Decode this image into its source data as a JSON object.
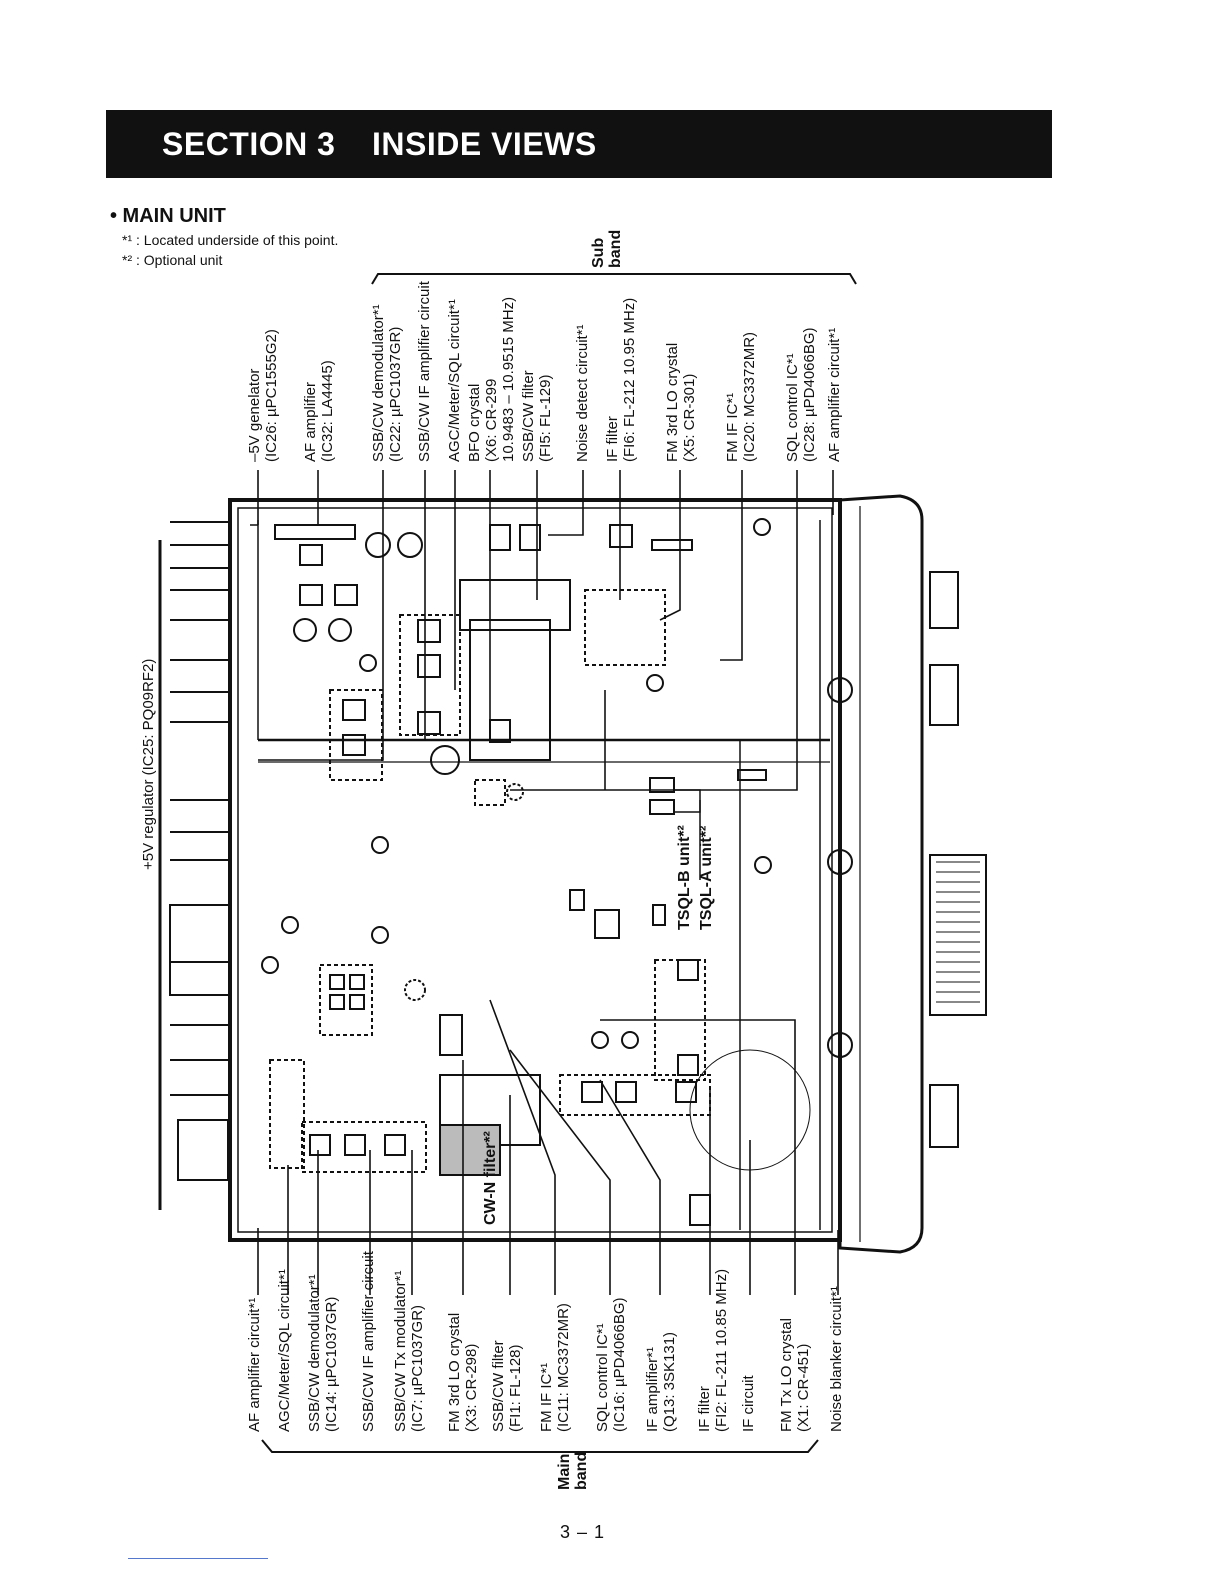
{
  "header": {
    "section": "SECTION  3",
    "title": "INSIDE VIEWS"
  },
  "unit": {
    "title": "• MAIN UNIT",
    "note1": "*¹ : Located underside of this point.",
    "note2": "*² : Optional unit"
  },
  "band_labels": {
    "sub": [
      "Sub",
      "band"
    ],
    "main": [
      "Main",
      "band"
    ]
  },
  "regulator_label": "+5V regulator (IC25: PQ09RF2)",
  "top_labels": [
    {
      "l1": "–5V genelator",
      "l2": "(IC26: µPC1555G2)"
    },
    {
      "l1": "AF amplifier",
      "l2": "(IC32: LA4445)"
    },
    {
      "l1": "SSB/CW demodulator*¹",
      "l2": "(IC22: µPC1037GR)"
    },
    {
      "l1": "SSB/CW IF amplifier circuit",
      "l2": ""
    },
    {
      "l1": "AGC/Meter/SQL circuit*¹",
      "l2": ""
    },
    {
      "l1": "BFO crystal",
      "l2": "(X6: CR-299",
      "l3": "10.9483 – 10.9515 MHz)"
    },
    {
      "l1": "SSB/CW filter",
      "l2": "(FI5: FL-129)"
    },
    {
      "l1": "Noise detect circuit*¹",
      "l2": ""
    },
    {
      "l1": "IF filter",
      "l2": "(FI6: FL-212 10.95 MHz)"
    },
    {
      "l1": "FM 3rd LO crystal",
      "l2": "(X5: CR-301)"
    },
    {
      "l1": "FM IF IC*¹",
      "l2": "(IC20: MC3372MR)"
    },
    {
      "l1": "SQL control IC*¹",
      "l2": "(IC28: µPD4066BG)"
    },
    {
      "l1": "AF amplifier circuit*¹",
      "l2": ""
    }
  ],
  "bottom_labels": [
    {
      "l1": "AF amplifier circuit*¹",
      "l2": ""
    },
    {
      "l1": "AGC/Meter/SQL circuit*¹",
      "l2": ""
    },
    {
      "l1": "SSB/CW demodulator*¹",
      "l2": "(IC14: µPC1037GR)"
    },
    {
      "l1": "SSB/CW IF amplifier circuit",
      "l2": ""
    },
    {
      "l1": "SSB/CW Tx modulator*¹",
      "l2": "(IC7: µPC1037GR)"
    },
    {
      "l1": "FM 3rd LO crystal",
      "l2": "(X3: CR-298)"
    },
    {
      "l1": "SSB/CW filter",
      "l2": "(FI1: FL-128)"
    },
    {
      "l1": "FM IF IC*¹",
      "l2": "(IC11: MC3372MR)"
    },
    {
      "l1": "SQL control IC*¹",
      "l2": "(IC16: µPD4066BG)"
    },
    {
      "l1": "IF amplifier*¹",
      "l2": "(Q13: 3SK131)"
    },
    {
      "l1": "IF filter",
      "l2": "(FI2: FL-211 10.85 MHz)"
    },
    {
      "l1": "IF circuit",
      "l2": ""
    },
    {
      "l1": "FM Tx LO crystal",
      "l2": "(X1: CR-451)"
    },
    {
      "l1": "Noise blanker circuit*¹",
      "l2": ""
    }
  ],
  "board_labels": {
    "tsql_b": "TSQL-B unit*²",
    "tsql_a": "TSQL-A unit*²",
    "cwn": "CW-N filter*²"
  },
  "page_number": "3 – 1"
}
